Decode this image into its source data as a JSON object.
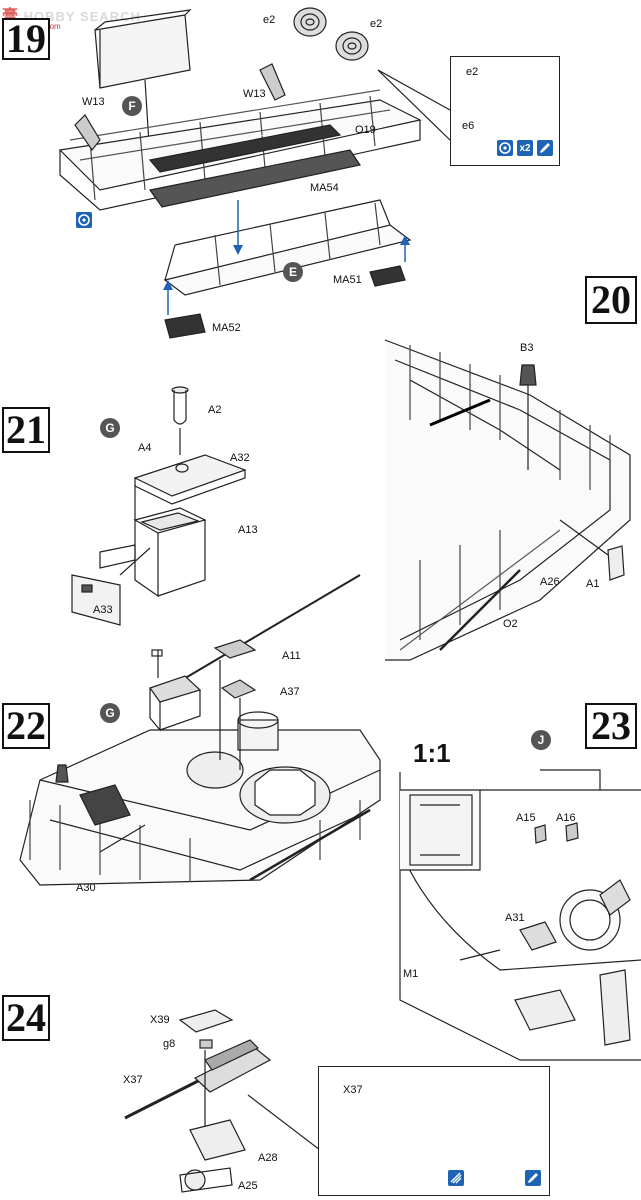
{
  "watermark": {
    "logo": "膏",
    "text": "HOBBY SEARCH",
    "sub": "920.com"
  },
  "steps": {
    "s19": "19",
    "s20": "20",
    "s21": "21",
    "s22": "22",
    "s23": "23",
    "s24": "24"
  },
  "step19": {
    "parts": {
      "e2a": "e2",
      "e2b": "e2",
      "w13a": "W13",
      "w13b": "W13",
      "o19": "O19",
      "ma54": "MA54",
      "ma51": "MA51",
      "ma52": "MA52"
    },
    "subassemblies": {
      "f": "F",
      "e": "E"
    },
    "inset": {
      "e2": "e2",
      "e6": "e6",
      "multiplier": "x2"
    }
  },
  "step20": {
    "parts": {
      "b3": "B3",
      "a26": "A26",
      "a1": "A1",
      "o2": "O2"
    }
  },
  "step21": {
    "subassembly": "G",
    "parts": {
      "a2": "A2",
      "a4": "A4",
      "a32": "A32",
      "a13": "A13",
      "a33": "A33"
    }
  },
  "step22": {
    "subassembly": "G",
    "parts": {
      "a11": "A11",
      "a37": "A37",
      "a30": "A30"
    }
  },
  "step23": {
    "scale": "1:1",
    "subassembly": "J",
    "parts": {
      "a15": "A15",
      "a16": "A16",
      "a31": "A31",
      "m1": "M1"
    }
  },
  "step24": {
    "parts": {
      "x39": "X39",
      "g8": "g8",
      "x37": "X37",
      "a28": "A28",
      "a25": "A25"
    },
    "inset": {
      "x37": "X37"
    }
  },
  "icons": [
    "glue-icon",
    "paint-brush-icon",
    "multiply-icon"
  ],
  "colors": {
    "accent_blue": "#1f63b5",
    "line": "#222222",
    "badge": "#555555"
  }
}
